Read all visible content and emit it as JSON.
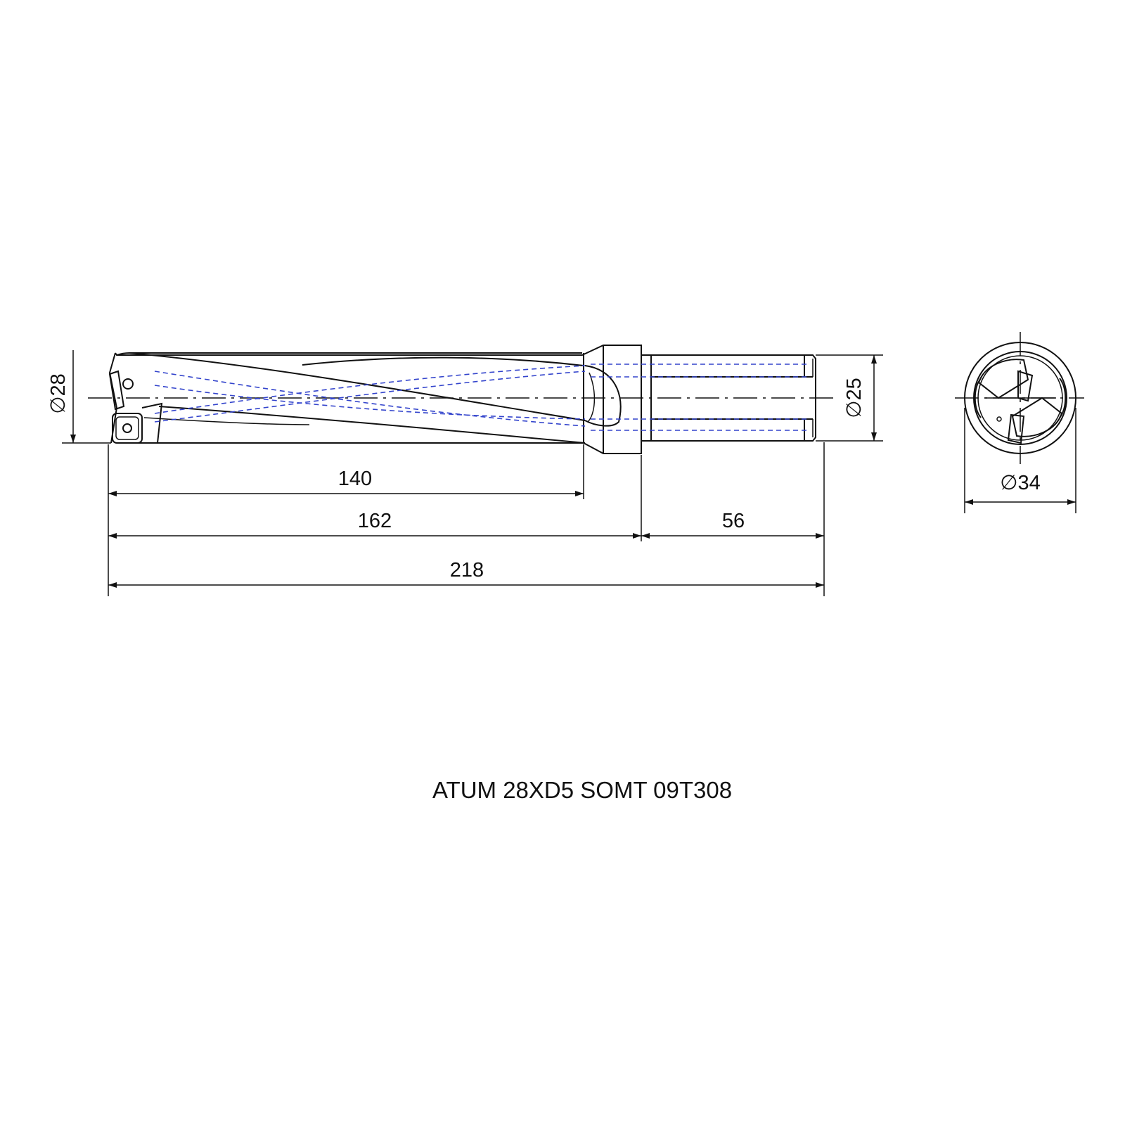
{
  "title": "ATUM 28XD5 SOMT 09T308",
  "colors": {
    "line": "#111111",
    "hidden_coolant": "#3344cc",
    "background": "#ffffff"
  },
  "dimensions": {
    "d_tool": "∅28",
    "d_shank": "∅25",
    "d_flange": "∅34",
    "l_flute": "140",
    "l_body": "162",
    "l_shank": "56",
    "l_total": "218"
  }
}
